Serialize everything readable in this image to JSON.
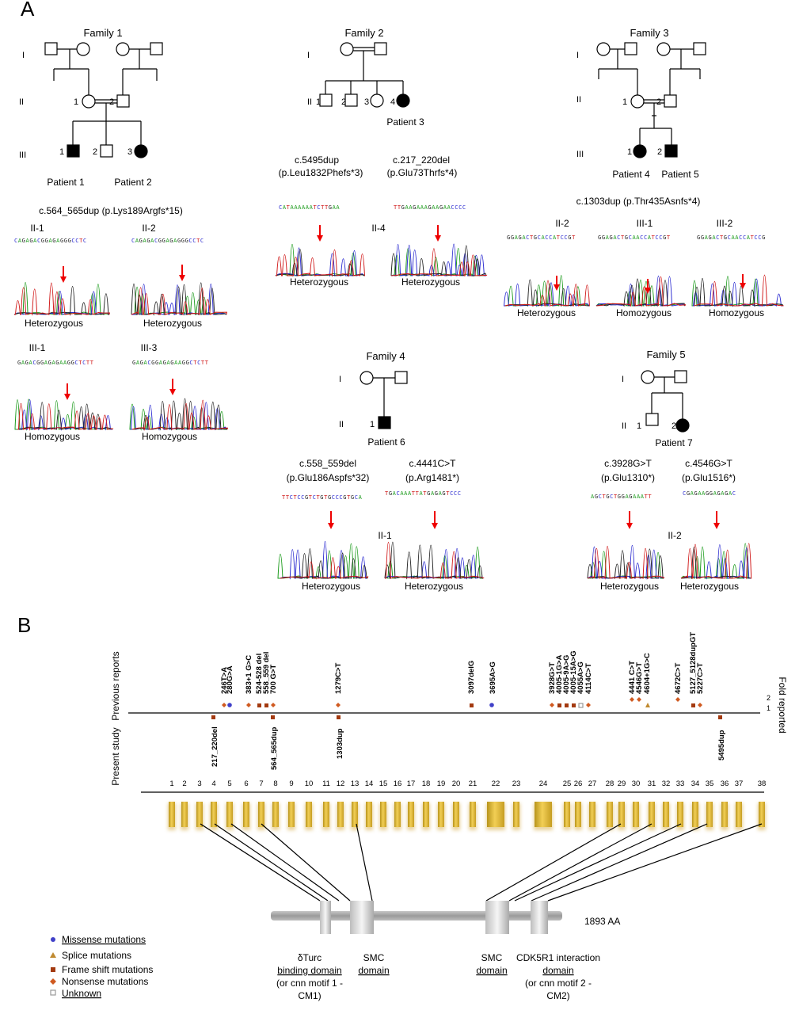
{
  "panel_labels": {
    "a": "A",
    "b": "B"
  },
  "generations": {
    "g1": "I",
    "g2": "II",
    "g3": "III"
  },
  "families": {
    "f1": {
      "title": "Family 1",
      "p1": "Patient 1",
      "p2": "Patient 2",
      "n_ii1": "1",
      "n_ii2": "2",
      "n_iii1": "1",
      "n_iii2": "2",
      "n_iii3": "3",
      "variant": "c.564_565dup (p.Lys189Argfs*15)",
      "traces": [
        {
          "label": "II-1",
          "seq": "CAGAGACGGAGAGGGCCTC",
          "zyg": "Heterozygous"
        },
        {
          "label": "II-2",
          "seq": "CAGAGACGGAGAGGGCCTC",
          "zyg": "Heterozygous"
        },
        {
          "label": "III-1",
          "seq": "GAGACGGAGAGAAGGCTCTT",
          "zyg": "Homozygous"
        },
        {
          "label": "III-3",
          "seq": "GAGACGGAGAGAAGGCTCTT",
          "zyg": "Homozygous"
        }
      ]
    },
    "f2": {
      "title": "Family 2",
      "patient": "Patient 3",
      "n1": "1",
      "n2": "2",
      "n3": "3",
      "n4": "4",
      "v1_c": "c.5495dup",
      "v1_p": "(p.Leu1832Phefs*3)",
      "v2_c": "c.217_220del",
      "v2_p": "(p.Glu73Thrfs*4)",
      "sample": "II-4",
      "traces": [
        {
          "seq": "CATAAAAAATCTTGAA",
          "zyg": "Heterozygous"
        },
        {
          "seq": "TTGAAGAAAGAAGAACCCC",
          "zyg": "Heterozygous"
        }
      ]
    },
    "f3": {
      "title": "Family 3",
      "p4": "Patient 4",
      "p5": "Patient 5",
      "n_ii1": "1",
      "n_ii2": "2",
      "n_iii1": "1",
      "n_iii2": "2",
      "variant": "c.1303dup (p.Thr435Asnfs*4)",
      "traces": [
        {
          "label": "II-2",
          "seq": "GGAGACTGCACCATCCGT",
          "zyg": "Heterozygous"
        },
        {
          "label": "III-1",
          "seq": "GGAGACTGCAACCATCCGT",
          "zyg": "Homozygous"
        },
        {
          "label": "III-2",
          "seq": "GGAGACTGCAACCATCCG",
          "zyg": "Homozygous"
        }
      ]
    },
    "f4": {
      "title": "Family 4",
      "patient": "Patient 6",
      "n1": "1",
      "v1_c": "c.558_559del",
      "v1_p": "(p.Glu186Aspfs*32)",
      "v2_c": "c.4441C>T",
      "v2_p": "(p.Arg1481*)",
      "sample": "II-1",
      "traces": [
        {
          "seq": "TTCTCCGTCTGTGCCCGTGCA",
          "zyg": "Heterozygous"
        },
        {
          "seq": "TGACAAATTATGAGAGTCCC",
          "zyg": "Heterozygous"
        }
      ]
    },
    "f5": {
      "title": "Family 5",
      "patient": "Patient 7",
      "n1": "1",
      "n2": "2",
      "v1_c": "c.3928G>T",
      "v1_p": "(p.Glu1310*)",
      "v2_c": "c.4546G>T",
      "v2_p": "(p.Glu1516*)",
      "sample": "II-2",
      "traces": [
        {
          "seq": "AGCTGCTGGAGAAATT",
          "zyg": "Heterozygous"
        },
        {
          "seq": "CGAGAAGGAGAGAC",
          "zyg": "Heterozygous"
        }
      ]
    }
  },
  "panel_b": {
    "prev_label": "Previous reports",
    "present_label": "Present study",
    "fold_label": "Fold reported",
    "fold2": "2",
    "fold1": "1",
    "protein_len": "1893 AA",
    "exons": [
      "1",
      "2",
      "3",
      "4",
      "5",
      "6",
      "7",
      "8",
      "9",
      "10",
      "11",
      "12",
      "13",
      "14",
      "15",
      "16",
      "17",
      "18",
      "19",
      "20",
      "21",
      "22",
      "23",
      "24",
      "25",
      "26",
      "27",
      "28",
      "29",
      "30",
      "31",
      "32",
      "33",
      "34",
      "35",
      "36",
      "37",
      "38"
    ],
    "previous": [
      {
        "id": "m1",
        "text": "246T>A",
        "type": "nonsense"
      },
      {
        "id": "m2",
        "text": "280G>A",
        "type": "missense"
      },
      {
        "id": "m3",
        "text": "383+1 G>C",
        "type": "nonsense"
      },
      {
        "id": "m4",
        "text": "524-528 del",
        "type": "frameshift"
      },
      {
        "id": "m5",
        "text": "558_559 del",
        "type": "frameshift"
      },
      {
        "id": "m6",
        "text": "700 G>T",
        "type": "nonsense"
      },
      {
        "id": "m7",
        "text": "1279C>T",
        "type": "nonsense"
      },
      {
        "id": "m8",
        "text": "3097delG",
        "type": "frameshift"
      },
      {
        "id": "m9",
        "text": "3695A>G",
        "type": "missense"
      },
      {
        "id": "m10",
        "text": "3928G>T",
        "type": "nonsense"
      },
      {
        "id": "m11",
        "text": "4005-1G>A",
        "type": "frameshift"
      },
      {
        "id": "m12",
        "text": "4005-9A>G",
        "type": "frameshift"
      },
      {
        "id": "m13",
        "text": "4005-15A>G",
        "type": "frameshift"
      },
      {
        "id": "m14",
        "text": "4055A>G",
        "type": "unknown"
      },
      {
        "id": "m15",
        "text": "4114C>T",
        "type": "nonsense"
      },
      {
        "id": "m16",
        "text": "4441 C>T",
        "type": "nonsense"
      },
      {
        "id": "m17",
        "text": "4546G>T",
        "type": "nonsense"
      },
      {
        "id": "m18",
        "text": "4604+1G>C",
        "type": "splice"
      },
      {
        "id": "m19",
        "text": "4672C>T",
        "type": "nonsense"
      },
      {
        "id": "m20",
        "text": "5127_5128dupGT",
        "type": "frameshift"
      },
      {
        "id": "m21",
        "text": "5227C>T",
        "type": "nonsense"
      }
    ],
    "present": [
      {
        "id": "p1",
        "text": "217_220del",
        "type": "frameshift"
      },
      {
        "id": "p2",
        "text": "564_565dup",
        "type": "frameshift"
      },
      {
        "id": "p3",
        "text": "1303dup",
        "type": "frameshift"
      },
      {
        "id": "p4",
        "text": "5495dup",
        "type": "frameshift"
      }
    ],
    "domains": [
      {
        "id": "d1",
        "l1": "δTurc",
        "l2": "binding domain",
        "l3": "(or cnn motif 1 -",
        "l4": "CM1)"
      },
      {
        "id": "d2",
        "l1": "SMC",
        "l2": "domain"
      },
      {
        "id": "d3",
        "l1": "SMC",
        "l2": "domain"
      },
      {
        "id": "d4",
        "l1": "CDK5R1 interaction",
        "l2": "domain",
        "l3": "(or cnn motif 2 -",
        "l4": "CM2)"
      }
    ],
    "legend": [
      {
        "label": "Missense mutations",
        "color": "#4040c8"
      },
      {
        "label": "Splice mutations",
        "color": "#c08a30"
      },
      {
        "label": "Frame shift mutations",
        "color": "#a33a10"
      },
      {
        "label": "Nonsense mutations",
        "color": "#d05a20"
      },
      {
        "label": "Unknown",
        "color": "#999999"
      }
    ]
  }
}
